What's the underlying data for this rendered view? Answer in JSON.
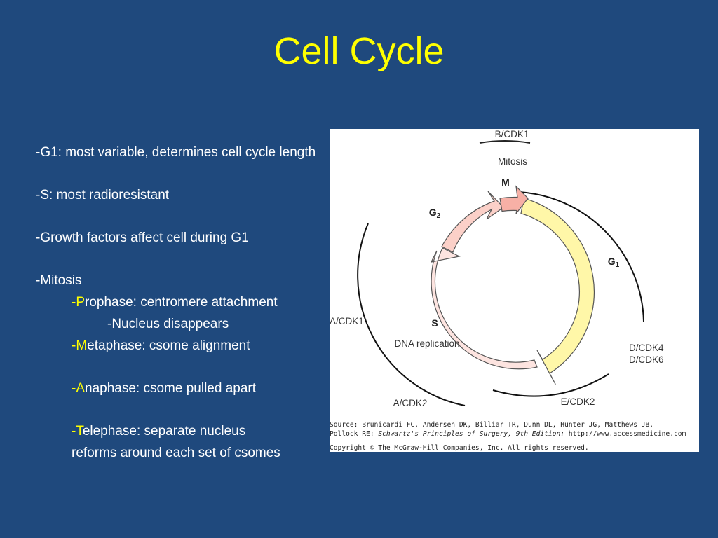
{
  "slide": {
    "title": "Cell Cycle",
    "colors": {
      "background": "#1f497d",
      "title": "#ffff00",
      "body_text": "#ffffff",
      "accent_letter": "#ffff00"
    }
  },
  "bullets": {
    "g1": "-G1: most variable, determines cell cycle length",
    "s": "-S: most radioresistant",
    "growth": "-Growth factors affect cell during G1",
    "mitosis": "-Mitosis",
    "prophase": {
      "dash": "-",
      "letter": "P",
      "rest": "rophase: centromere attachment"
    },
    "nucleus": "-Nucleus disappears",
    "metaphase": {
      "dash": "-",
      "letter": "M",
      "rest": "etaphase: csome alignment"
    },
    "anaphase": {
      "dash": "-",
      "letter": "A",
      "rest": "naphase: csome pulled apart"
    },
    "telophase": {
      "dash": "-",
      "letter": "T",
      "rest": "elephase: separate nucleus"
    },
    "telophase_cont": "reforms around each set of csomes"
  },
  "diagram": {
    "labels": {
      "b_cdk1": "B/CDK1",
      "mitosis": "Mitosis",
      "m": "M",
      "g2_base": "G",
      "g2_sub": "2",
      "g1_base": "G",
      "g1_sub": "1",
      "s": "S",
      "dna_replication": "DNA replication",
      "a_cdk1": "A/CDK1",
      "d_cdk4": "D/CDK4",
      "d_cdk6": "D/CDK6",
      "a_cdk2": "A/CDK2",
      "e_cdk2": "E/CDK2"
    },
    "source": {
      "line1": "Source: Brunicardi FC, Andersen DK, Billiar TR, Dunn DL, Hunter JG, Matthews JB,",
      "line2_prefix": "Pollock RE: ",
      "line2_italic": "Schwartz's Principles of Surgery, 9th Edition:",
      "line2_suffix": " http://www.accessmedicine.com",
      "line3": "Copyright © The McGraw-Hill Companies, Inc. All rights reserved."
    },
    "colors": {
      "g1_arc": "#fff7a8",
      "s_arc": "#fde4e0",
      "g2_arc": "#fbd0c8",
      "m_arc": "#f7b0a6",
      "outline": "#555555"
    }
  }
}
